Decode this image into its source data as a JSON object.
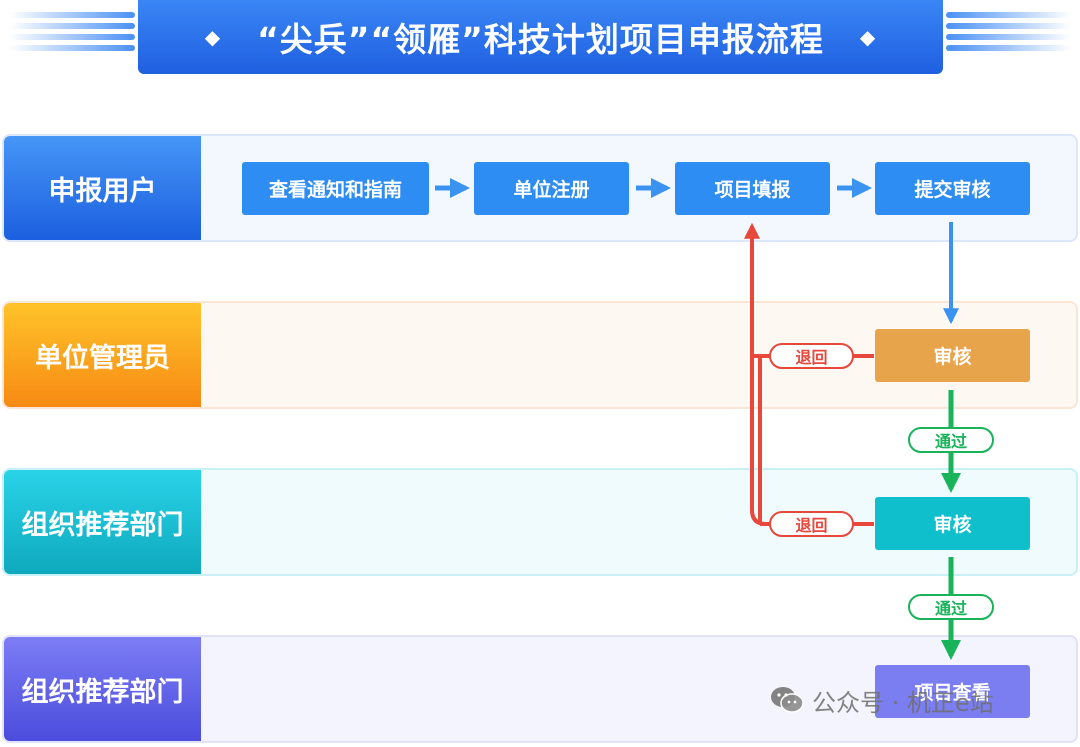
{
  "title": "“尖兵”“领雁”科技计划项目申报流程",
  "title_decoration": "◆",
  "lanes": [
    "申报用户",
    "单位管理员",
    "组织推荐部门",
    "组织推荐部门"
  ],
  "nodes": {
    "view_notice": "查看通知和指南",
    "unit_register": "单位注册",
    "project_fill": "项目填报",
    "submit_review": "提交审核",
    "review_unit": "审核",
    "review_org": "审核",
    "project_view": "项目查看"
  },
  "labels": {
    "return_1": "退回",
    "return_2": "退回",
    "pass_1": "通过",
    "pass_2": "通过"
  },
  "watermark": {
    "icon": "wechat-icon",
    "text": "公众号 · 机正e站"
  },
  "colors": {
    "flow_blue": "#3a93f0",
    "return_red": "#e8473b",
    "pass_green": "#19b35a"
  }
}
